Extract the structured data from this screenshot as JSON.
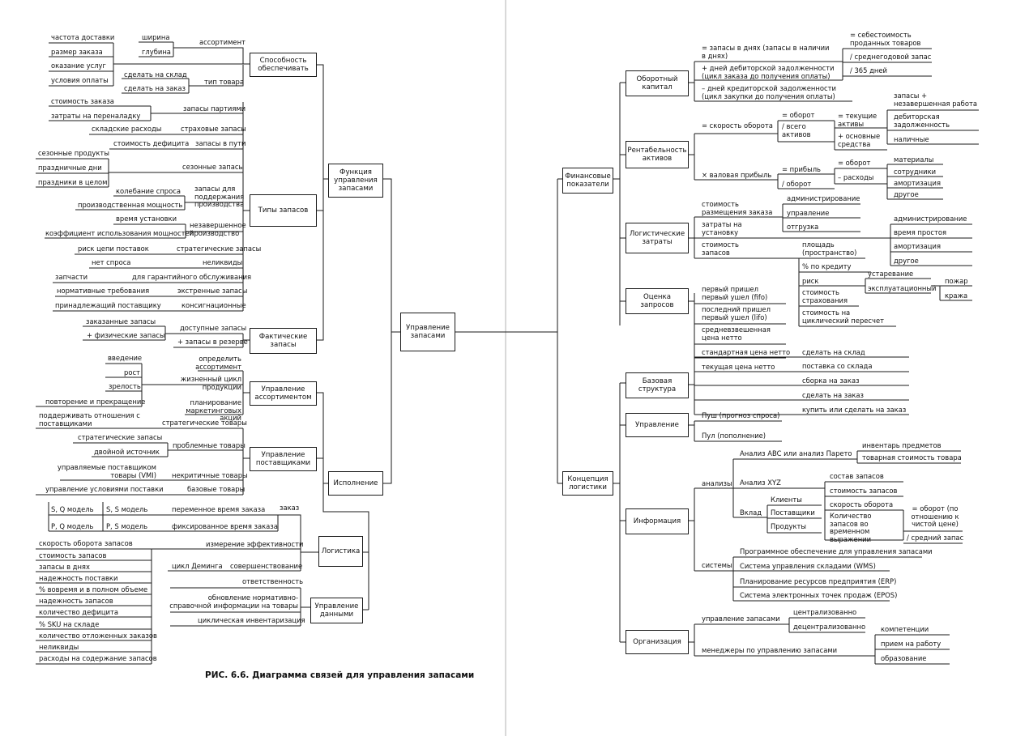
{
  "caption": "РИС. 6.6. Диаграмма связей для управления запасами",
  "center": "Управление запасами",
  "left": {
    "function": "Функция управления запасами",
    "execution": "Исполнение",
    "capacity": {
      "title": "Способность обеспечивать",
      "assortment": "ассортимент",
      "width": "ширина",
      "depth": "глубина",
      "product_type": "тип товара",
      "to_stock": "сделать на склад",
      "to_order": "сделать на заказ",
      "delivery_freq": "частота доставки",
      "order_size": "размер заказа",
      "service": "оказание услуг",
      "payment_terms": "условия оплаты"
    },
    "types": {
      "title": "Типы запасов",
      "cycle": "запасы партиями",
      "order_cost": "стоимость заказа",
      "changeover_cost": "затраты на переналадку",
      "warehouse_cost": "складские расходы",
      "safety": "страховые запасы",
      "stockout_cost": "стоимость дефицита",
      "in_transit": "запасы в пути",
      "seasonal": "сезонные запасы",
      "seasonal_products": "сезонные продукты",
      "holidays": "праздничные дни",
      "holidays_general": "праздники в целом",
      "anticipation": "запасы для поддержания производства",
      "demand_var": "колебание спроса",
      "prod_capacity": "производственная мощность",
      "wip": "незавершенное производство",
      "setup_time": "время установки",
      "utilization": "коэффициент использования мощностей",
      "strategic": "стратегические запасы",
      "supply_risk": "риск цепи поставок",
      "obsolete": "неликвиды",
      "no_demand": "нет спроса",
      "spare": "для гарантийного обслуживания",
      "spare_parts": "запчасти",
      "emergency": "экстренные запасы",
      "regulation": "нормативные требования",
      "consignment": "консигнационные",
      "supplier_owned": "принадлежащий поставщику"
    },
    "actual": {
      "title": "Фактические запасы",
      "available": "доступные запасы",
      "reserved": "+ запасы в резерве",
      "ordered": "заказанные запасы",
      "physical": "+   физические запасы"
    },
    "assortment_mgmt": {
      "title": "Управление ассортиментом",
      "define": "определить ассортимент",
      "lifecycle": "жизненный цикл продукции",
      "marketing": "планирование маркетинговых акций",
      "intro": "введение",
      "growth": "рост",
      "maturity": "зрелость",
      "decline": "повторение и прекращение"
    },
    "suppliers": {
      "title": "Управление поставщиками",
      "relations": "поддерживать отношения с поставщиками",
      "strategic_goods": "стратегические товары",
      "strategic_stock": "стратегические запасы",
      "problem_goods": "проблемные товары",
      "dual_source": "двойной источник",
      "noncritical": "некритичные товары",
      "vmi": "управляемые поставщиком товары (VMI)",
      "base_goods": "базовые товары",
      "delivery_terms": "управление условиями поставки"
    },
    "logistics": {
      "title": "Логистика",
      "order": "заказ",
      "sq": "S, Q модель",
      "ss": "S, S модель",
      "variable": "переменное время заказа",
      "pq": "P, Q модель",
      "ps": "P, S модель",
      "fixed": "фиксированное время заказа",
      "efficiency": "измерение эффективности",
      "deming": "цикл Деминга",
      "improvement": "совершенствование",
      "kpis": [
        "скорость оборота запасов",
        "стоимость запасов",
        "запасы в днях",
        "надежность поставки",
        "% вовремя и в полном объеме",
        "надежность запасов",
        "количество дефицита",
        "% SKU на складе",
        "количество отложенных заказов",
        "неликвиды",
        "расходы на содержание запасов"
      ]
    },
    "data_mgmt": {
      "title": "Управление данными",
      "responsibility": "ответственность",
      "update": "обновление нормативно-справочной информации на товары",
      "cycle_count": "циклическая инвентаризация"
    }
  },
  "right": {
    "financial": "Финансовые показатели",
    "concept": "Концепция логистики",
    "working_capital": {
      "title": "Оборотный капитал",
      "dio": "= запасы в днях (запасы в наличии в днях)",
      "cogs": "= себестоимость проданных товаров",
      "avg_stock": "/ среднегодовой запас",
      "days": "/ 365 дней",
      "dso": "+ дней дебиторской задолженности (цикл заказа до получения оплаты)",
      "dpo": "– дней кредиторской задолженности (цикл закупки до получения оплаты)"
    },
    "profitability": {
      "title": "Рентабельность активов",
      "turnover_speed": "= скорость оборота",
      "turnover": "= оборот",
      "total_assets": "/ всего активов",
      "current": "= текущие активы",
      "fixed": "+ основные средства",
      "stock_wip": "запасы + незавершенная работа",
      "receivables": "дебиторская задолженность",
      "cash": "наличные",
      "gross_profit": "× валовая прибыль",
      "profit": "= прибыль",
      "turnover2": "/ оборот",
      "turnover3": "= оборот",
      "expenses": "– расходы",
      "materials": "материалы",
      "staff": "сотрудники",
      "depreciation": "амортизация",
      "other": "другое"
    },
    "logistic_costs": {
      "title": "Логистические затраты",
      "order_cost": "стоимость размещения заказа",
      "admin": "администрирование",
      "management": "управление",
      "shipping": "отгрузка",
      "setup_cost": "затраты на установку",
      "admin2": "администрирование",
      "downtime": "время простоя",
      "depreciation2": "амортизация",
      "other2": "другое",
      "holding": "стоимость запасов",
      "space": "площадь (пространство)",
      "credit": "% по кредиту",
      "risk": "риск",
      "obsolescence": "устаревание",
      "operational": "эксплуатационный",
      "fire": "пожар",
      "theft": "кража",
      "insurance": "стоимость страхования",
      "cycle_recount": "стоимость на циклический пересчет"
    },
    "valuation": {
      "title": "Оценка запросов",
      "fifo": "первый пришел первый ушел (fifo)",
      "lifo": "последний пришел первый ушел (lifo)",
      "wac": "средневзвешенная цена нетто",
      "standard": "стандартная цена нетто",
      "current_price": "текущая цена нетто"
    },
    "base": {
      "title": "Базовая структура",
      "mts": "сделать на склад",
      "sts": "поставка со склада",
      "ato": "сборка на заказ",
      "mto": "сделать на заказ",
      "buy": "купить или сделать на заказ"
    },
    "control": {
      "title": "Управление",
      "push": "Пуш (прогноз спроса)",
      "pull": "Пул (пополнение)"
    },
    "information": {
      "title": "Информация",
      "analysis": "анализы",
      "abc": "Анализ ABC или анализ Парето",
      "inventory_items": "инвентарь предметов",
      "goods_value": "товарная стоимость товара",
      "xyz": "Анализ XYZ",
      "contribution": "Вклад",
      "clients": "Клиенты",
      "suppliers": "Поставщики",
      "products": "Продукты",
      "composition": "состав запасов",
      "value": "стоимость запасов",
      "turnover_rate": "скорость оборота",
      "qty_time": "Количество запасов во временном выражении",
      "turnover_eq": "= оборот (по отношению к чистой цене)",
      "avg_stock": "/ средний запас",
      "systems": "системы",
      "software": "Программное обеспечение для управления запасами",
      "wms": "Система управления складами (WMS)",
      "erp": "Планирование ресурсов предприятия (ERP)",
      "epos": "Система электронных точек продаж (EPOS)"
    },
    "organization": {
      "title": "Организация",
      "stock_mgmt": "управление запасами",
      "centralized": "централизованно",
      "decentralized": "децентрализованно",
      "managers": "менеджеры по управлению запасами",
      "competence": "компетенции",
      "hiring": "прием на работу",
      "education": "образование"
    }
  }
}
